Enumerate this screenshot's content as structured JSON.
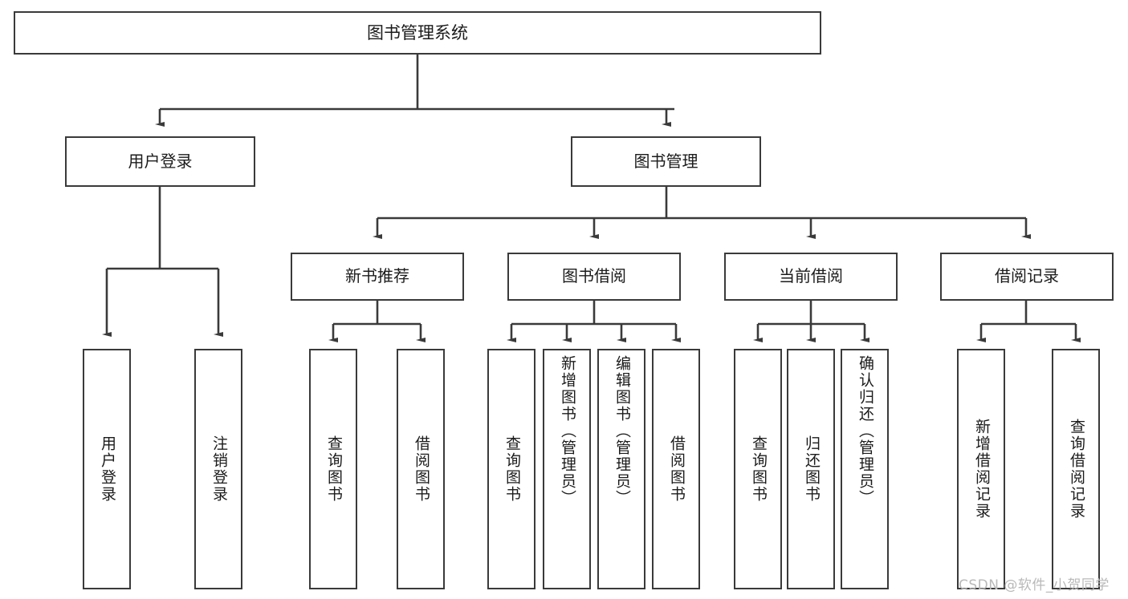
{
  "diagram": {
    "type": "tree-hierarchy",
    "title": "图书管理系统",
    "watermark": "CSDN @软件_小贺同学",
    "line_color": "#3a3a3a",
    "box_fill": "#ffffff",
    "text_color": "#1b1b1b",
    "nodes": {
      "root": {
        "label": "图书管理系统"
      },
      "level2": [
        {
          "id": "user-login",
          "label": "用户登录"
        },
        {
          "id": "book-management",
          "label": "图书管理"
        }
      ],
      "level3": [
        {
          "id": "new-book-recommend",
          "label": "新书推荐"
        },
        {
          "id": "book-borrow",
          "label": "图书借阅"
        },
        {
          "id": "current-borrow",
          "label": "当前借阅"
        },
        {
          "id": "borrow-record",
          "label": "借阅记录"
        }
      ],
      "leaves": {
        "user_login": [
          {
            "id": "leaf-user-login",
            "label": "用户登录"
          },
          {
            "id": "leaf-logout-login",
            "label": "注销登录"
          }
        ],
        "new_book_recommend": [
          {
            "id": "leaf-query-book-1",
            "label": "查询图书"
          },
          {
            "id": "leaf-borrow-book-1",
            "label": "借阅图书"
          }
        ],
        "book_borrow": [
          {
            "id": "leaf-query-book-2",
            "label": "查询图书"
          },
          {
            "id": "leaf-add-book",
            "label": "新增图书（管理员）"
          },
          {
            "id": "leaf-edit-book",
            "label": "编辑图书（管理员）"
          },
          {
            "id": "leaf-borrow-book-2",
            "label": "借阅图书"
          }
        ],
        "current_borrow": [
          {
            "id": "leaf-query-book-3",
            "label": "查询图书"
          },
          {
            "id": "leaf-return-book",
            "label": "归还图书"
          },
          {
            "id": "leaf-confirm-return",
            "label": "确认归还（管理员）"
          }
        ],
        "borrow_record": [
          {
            "id": "leaf-add-record",
            "label": "新增借阅记录"
          },
          {
            "id": "leaf-query-record",
            "label": "查询借阅记录"
          }
        ]
      }
    }
  }
}
